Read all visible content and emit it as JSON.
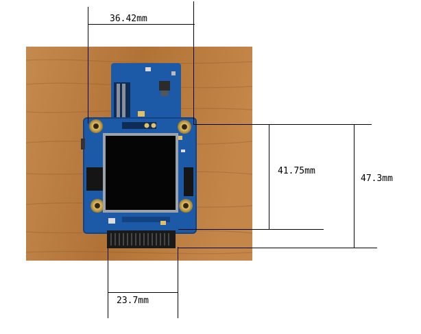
{
  "dimensions": {
    "top_width": "36.42mm",
    "inner_height": "41.75mm",
    "outer_height": "47.3mm",
    "connector_width": "23.7mm"
  },
  "colors": {
    "wood": "#b8783f",
    "wood_dark": "#8e5526",
    "pcb": "#1c5aa8",
    "pcb_dark": "#134381",
    "screen": "#050505",
    "gold": "#c9a24a",
    "lines": "#000000"
  },
  "icons": [
    "board-photo"
  ]
}
